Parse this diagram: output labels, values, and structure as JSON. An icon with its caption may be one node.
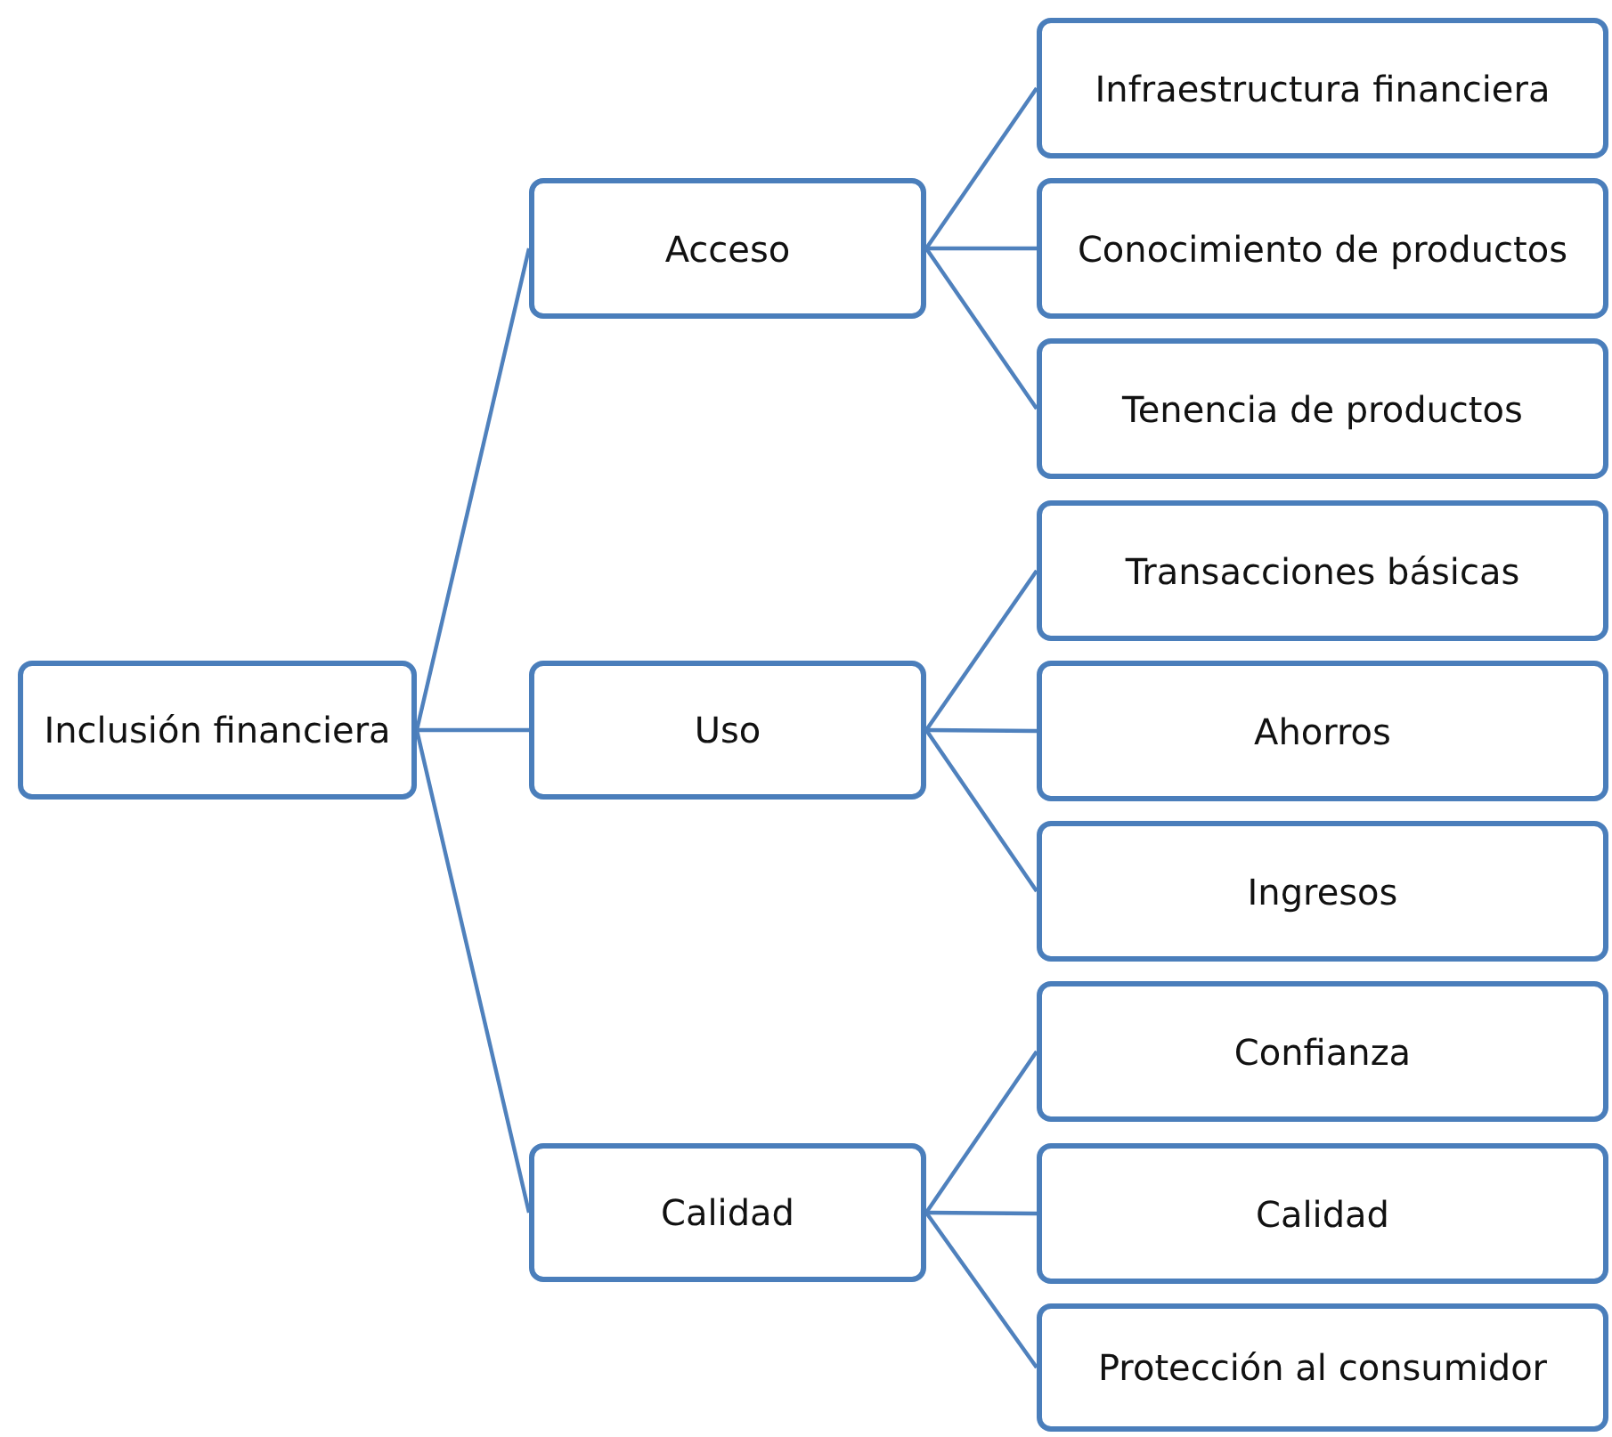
{
  "diagram": {
    "nodes": [
      {
        "text": [
          "Inclusión financiera"
        ]
      },
      {
        "text": [
          "Acceso"
        ]
      },
      {
        "text": [
          "Infraestructura financiera"
        ]
      },
      {
        "text": [
          "Conocimiento de productos"
        ]
      },
      {
        "text": [
          "Tenencia de productos"
        ]
      },
      {
        "text": [
          "Uso"
        ]
      },
      {
        "text": [
          "Transacciones básicas"
        ]
      },
      {
        "text": [
          "Ahorros"
        ]
      },
      {
        "text": [
          "Ingresos"
        ]
      },
      {
        "text": [
          "Calidad"
        ]
      },
      {
        "text": [
          "Confianza"
        ]
      },
      {
        "text": [
          "Calidad"
        ]
      },
      {
        "text": [
          "Protección al consumidor"
        ]
      }
    ],
    "edges": [
      {
        "from": 0,
        "to": 1,
        "arrow": "none"
      },
      {
        "from": 1,
        "to": 2,
        "arrow": "none"
      },
      {
        "from": 1,
        "to": 3,
        "arrow": "none"
      },
      {
        "from": 1,
        "to": 4,
        "arrow": "none"
      },
      {
        "from": 0,
        "to": 5,
        "arrow": "none"
      },
      {
        "from": 5,
        "to": 6,
        "arrow": "none"
      },
      {
        "from": 5,
        "to": 7,
        "arrow": "none"
      },
      {
        "from": 5,
        "to": 8,
        "arrow": "none"
      },
      {
        "from": 0,
        "to": 9,
        "arrow": "none"
      },
      {
        "from": 9,
        "to": 10,
        "arrow": "none"
      },
      {
        "from": 9,
        "to": 11,
        "arrow": "none"
      },
      {
        "from": 9,
        "to": 12,
        "arrow": "none"
      }
    ]
  }
}
